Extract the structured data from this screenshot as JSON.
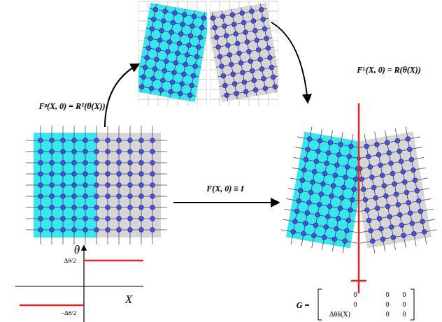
{
  "diagram": {
    "labels": [
      "Fᵖ(X, 0) = Rᵀ(θ(X))",
      "Fᴸ(X, 0) = R(θ(X))",
      "F(X, 0) ≡ I",
      "θ",
      "X",
      "Δθ/2",
      "−Δθ/2",
      "G =",
      "0",
      "0",
      "0",
      "0",
      "0",
      "0",
      "Δθδ(X)",
      "0",
      "0"
    ]
  }
}
